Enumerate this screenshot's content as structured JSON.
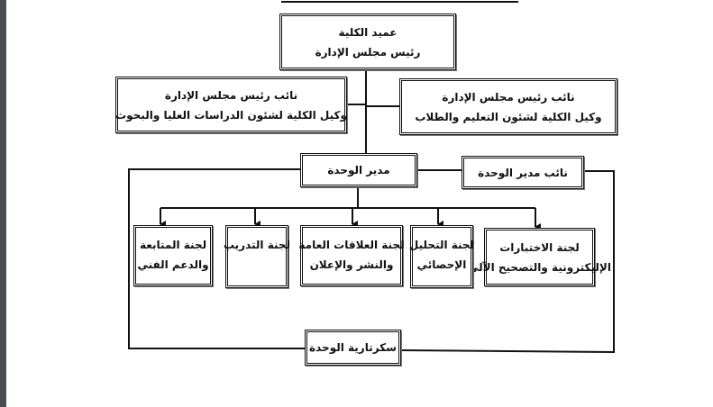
{
  "org_chart": {
    "dean": {
      "line1": "عميد الكلية",
      "line2": "رئيس مجلس الإدارة"
    },
    "vice_dean_graduate": {
      "line1": "نائب رئيس مجلس الإدارة",
      "line2": "وكيل الكلية لشئون الدراسات العليا والبحوث"
    },
    "vice_dean_education": {
      "line1": "نائب رئيس مجلس الإدارة",
      "line2": "وكيل الكلية لشئون التعليم والطلاب"
    },
    "unit_director": {
      "line1": "مدير الوحدة"
    },
    "deputy_unit_director": {
      "line1": "نائب مدير الوحدة"
    },
    "committees": [
      {
        "line1": "لجنة الاختبارات",
        "line2": "الإليكترونية والتصحيح الآلي"
      },
      {
        "line1": "لجنة التحليل",
        "line2": "الإحصائي"
      },
      {
        "line1": "لجنة العلاقات العامة",
        "line2": "والنشر والإعلان"
      },
      {
        "line1": "لجنة التدريب",
        "line2": ""
      },
      {
        "line1": "لجنة المتابعة",
        "line2": "والدعم الفني"
      }
    ],
    "secretariat": {
      "line1": "سكرتارية الوحدة"
    }
  },
  "colors": {
    "line": "#111111",
    "strip": "#4a4e52",
    "background": "#ffffff"
  }
}
